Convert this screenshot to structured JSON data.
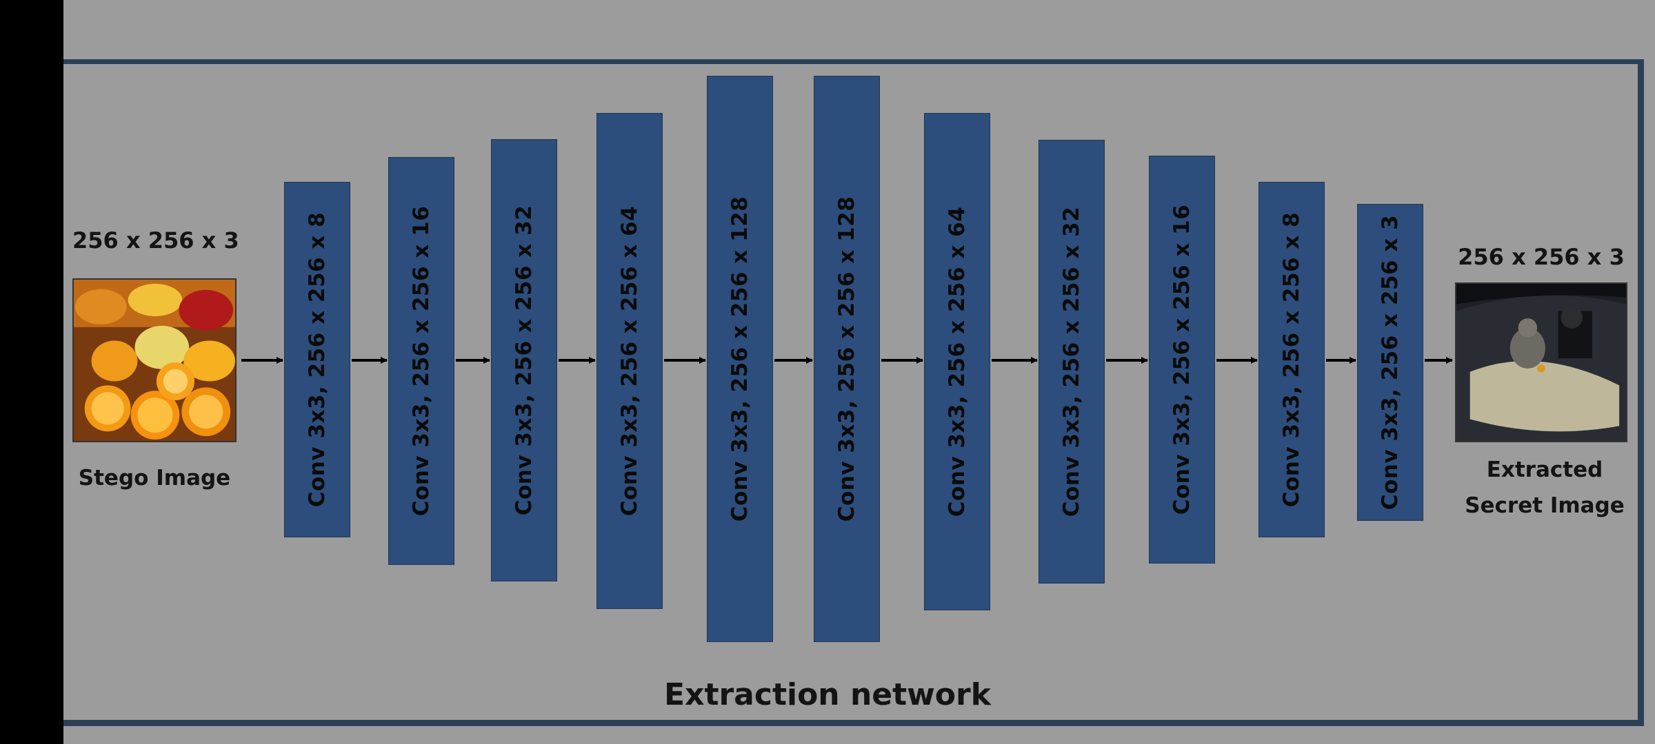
{
  "input": {
    "dimension": "256 x 256 x 3",
    "caption": "Stego Image"
  },
  "output": {
    "dimension": "256 x 256 x 3",
    "caption_line1": "Extracted",
    "caption_line2": "Secret Image"
  },
  "layers": [
    "Conv 3x3, 256 x 256 x 8",
    "Conv 3x3, 256 x 256 x 16",
    "Conv 3x3, 256 x 256 x 32",
    "Conv 3x3, 256 x 256 x 64",
    "Conv 3x3, 256 x 256 x 128",
    "Conv 3x3, 256 x 256 x 128",
    "Conv 3x3, 256 x 256 x 64",
    "Conv 3x3, 256 x 256 x 32",
    "Conv 3x3, 256 x 256 x 16",
    "Conv 3x3, 256 x 256 x 8",
    "Conv 3x3, 256 x 256 x 3"
  ],
  "title": "Extraction network",
  "colors": {
    "background": "#9c9c9c",
    "block": "#2d4e7c",
    "frame": "#2c3f58"
  }
}
